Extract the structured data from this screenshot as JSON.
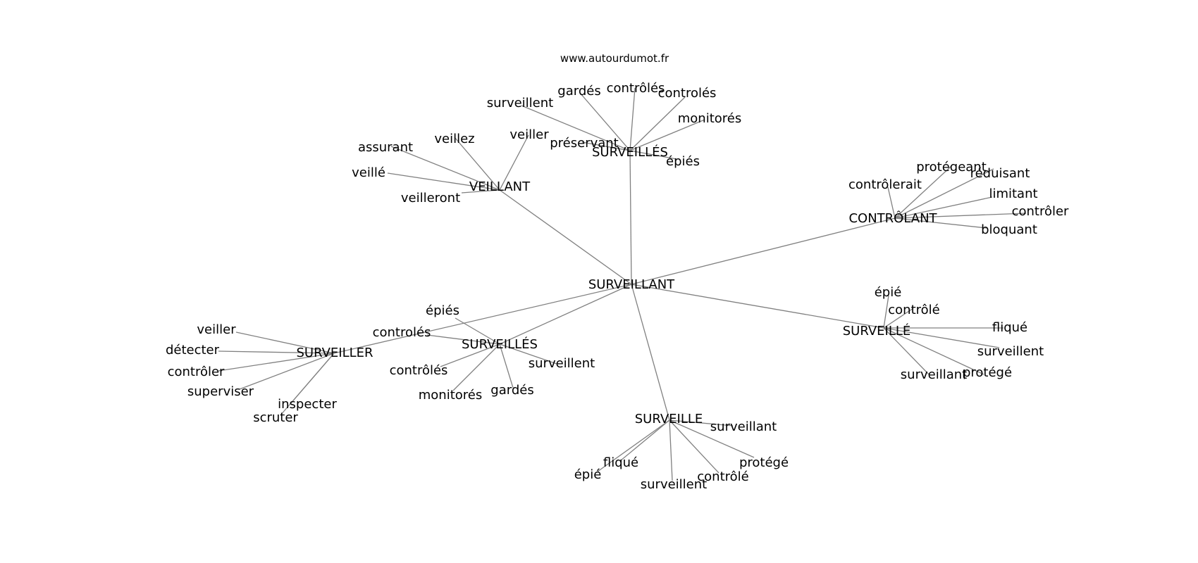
{
  "credit": "www.autourdumot.fr",
  "colors": {
    "edge": "#808080",
    "text": "#000000",
    "background": "#ffffff"
  },
  "center": {
    "id": "surveillant_c",
    "label": "SURVEILLANT"
  },
  "hubs": [
    {
      "id": "surveilles",
      "label": "SURVEILLÉS",
      "leaves": [
        {
          "id": "s1",
          "label": "surveillent"
        },
        {
          "id": "s2",
          "label": "gardés"
        },
        {
          "id": "s3",
          "label": "contrôlés"
        },
        {
          "id": "s4",
          "label": "controlés"
        },
        {
          "id": "s5",
          "label": "monitorés"
        },
        {
          "id": "s6",
          "label": "épiés"
        },
        {
          "id": "s7",
          "label": "préservant"
        }
      ]
    },
    {
      "id": "veillant",
      "label": "VEILLANT",
      "leaves": [
        {
          "id": "v1",
          "label": "assurant"
        },
        {
          "id": "v2",
          "label": "veillez"
        },
        {
          "id": "v3",
          "label": "veiller"
        },
        {
          "id": "v4",
          "label": "veillé"
        },
        {
          "id": "v5",
          "label": "veilleront"
        }
      ]
    },
    {
      "id": "controlant",
      "label": "CONTRÔLANT",
      "leaves": [
        {
          "id": "c1",
          "label": "protégeant"
        },
        {
          "id": "c2",
          "label": "réduisant"
        },
        {
          "id": "c3",
          "label": "contrôlerait"
        },
        {
          "id": "c4",
          "label": "limitant"
        },
        {
          "id": "c5",
          "label": "contrôler"
        },
        {
          "id": "c6",
          "label": "bloquant"
        }
      ]
    },
    {
      "id": "surveille_acc",
      "label": "SURVEILLÉ",
      "leaves": [
        {
          "id": "a1",
          "label": "épié"
        },
        {
          "id": "a2",
          "label": "contrôlé"
        },
        {
          "id": "a3",
          "label": "fliqué"
        },
        {
          "id": "a4",
          "label": "surveillent"
        },
        {
          "id": "a5",
          "label": "surveillant"
        },
        {
          "id": "a6",
          "label": "protégé"
        }
      ]
    },
    {
      "id": "surveiller",
      "label": "SURVEILLER",
      "leaves": [
        {
          "id": "r1",
          "label": "veiller"
        },
        {
          "id": "r2",
          "label": "détecter"
        },
        {
          "id": "r3",
          "label": "contrôler"
        },
        {
          "id": "r4",
          "label": "superviser"
        },
        {
          "id": "r5",
          "label": "inspecter"
        },
        {
          "id": "r6",
          "label": "scruter"
        }
      ]
    },
    {
      "id": "surveilles2",
      "label": "SURVEILLÉS",
      "leaves": [
        {
          "id": "t1",
          "label": "épiés"
        },
        {
          "id": "t2",
          "label": "controlés"
        },
        {
          "id": "t3",
          "label": "contrôlés"
        },
        {
          "id": "t4",
          "label": "surveillent"
        },
        {
          "id": "t5",
          "label": "monitorés"
        },
        {
          "id": "t6",
          "label": "gardés"
        }
      ]
    },
    {
      "id": "surveille",
      "label": "SURVEILLE",
      "leaves": [
        {
          "id": "u1",
          "label": "surveillant"
        },
        {
          "id": "u2",
          "label": "fliqué"
        },
        {
          "id": "u3",
          "label": "protégé"
        },
        {
          "id": "u4",
          "label": "épié"
        },
        {
          "id": "u5",
          "label": "contrôlé"
        },
        {
          "id": "u6",
          "label": "surveillent"
        }
      ]
    }
  ]
}
